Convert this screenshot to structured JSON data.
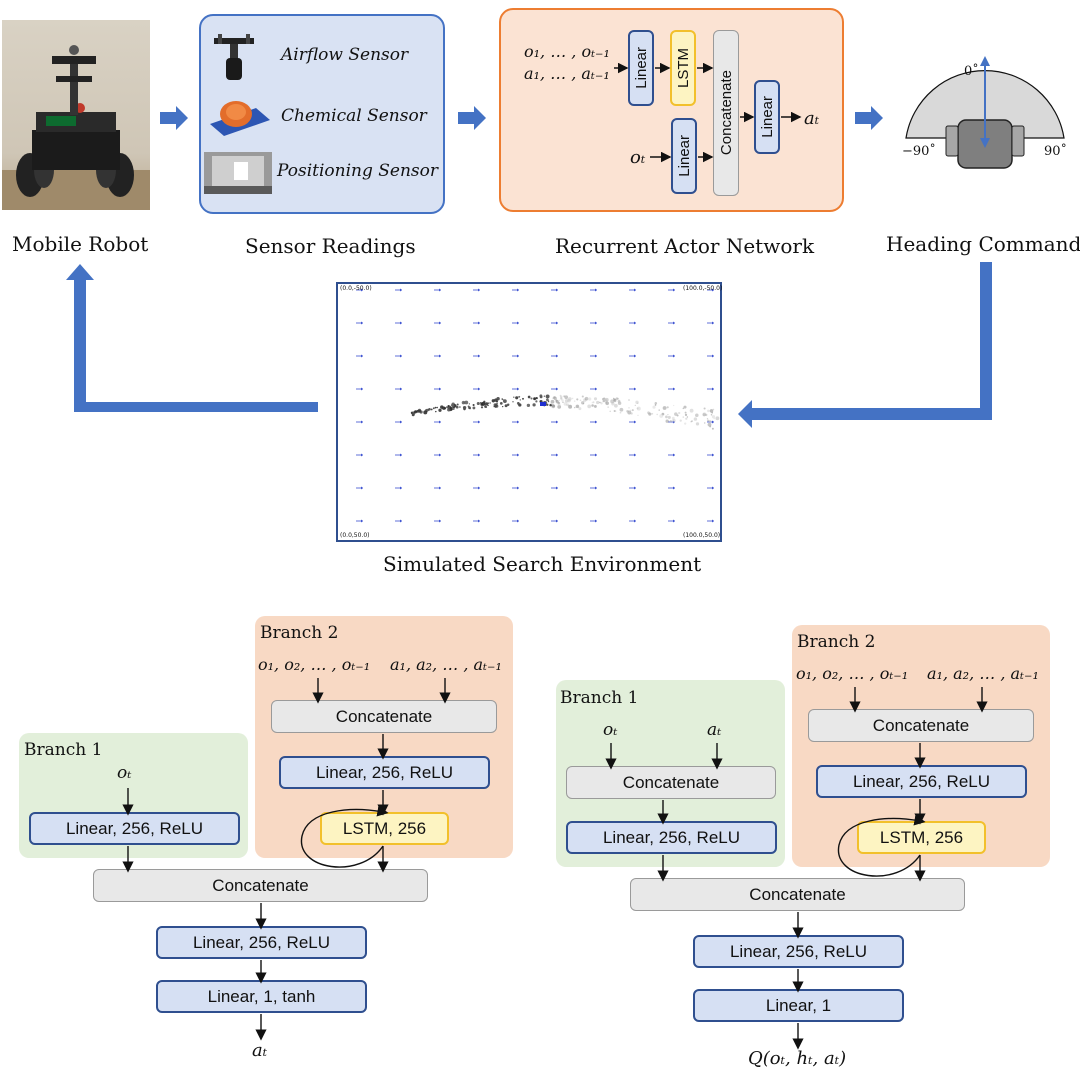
{
  "pipeline": {
    "captions": {
      "robot": "Mobile Robot",
      "sensors": "Sensor Readings",
      "actor": "Recurrent Actor Network",
      "heading": "Heading Command",
      "environment": "Simulated Search Environment"
    },
    "sensors": [
      "Airflow Sensor",
      "Chemical Sensor",
      "Positioning Sensor"
    ],
    "actor_net": {
      "inputs_past_o": "o₁, … , oₜ₋₁",
      "inputs_past_a": "a₁, … , aₜ₋₁",
      "input_current": "oₜ",
      "output": "aₜ",
      "linear1": "Linear",
      "lstm": "LSTM",
      "linear2": "Linear",
      "concat": "Concatenate",
      "linear3": "Linear"
    },
    "heading": {
      "angle_top": "0˚",
      "angle_left": "−90˚",
      "angle_right": "90˚"
    },
    "environment": {
      "corner_tl": "(0.0,-50.0)",
      "corner_tr": "(100.0,-50.0)",
      "corner_bl": "(0.0,50.0)",
      "corner_br": "(100.0,50.0)"
    }
  },
  "actor_detail": {
    "branch1_title": "Branch 1",
    "branch2_title": "Branch 2",
    "branch1_input": "oₜ",
    "branch2_input_o": "o₁, o₂, … , oₜ₋₁",
    "branch2_input_a": "a₁, a₂, … , aₜ₋₁",
    "b1_linear": "Linear, 256, ReLU",
    "b2_concat": "Concatenate",
    "b2_linear": "Linear, 256, ReLU",
    "b2_lstm": "LSTM, 256",
    "concat": "Concatenate",
    "linear1": "Linear, 256, ReLU",
    "linear2": "Linear, 1, tanh",
    "output": "aₜ"
  },
  "critic_detail": {
    "branch1_title": "Branch 1",
    "branch2_title": "Branch 2",
    "branch1_input_o": "oₜ",
    "branch1_input_a": "aₜ",
    "branch2_input_o": "o₁, o₂, … , oₜ₋₁",
    "branch2_input_a": "a₁, a₂, … , aₜ₋₁",
    "b1_concat": "Concatenate",
    "b1_linear": "Linear, 256, ReLU",
    "b2_concat": "Concatenate",
    "b2_linear": "Linear, 256, ReLU",
    "b2_lstm": "LSTM, 256",
    "concat": "Concatenate",
    "linear1": "Linear, 256, ReLU",
    "linear2": "Linear, 1",
    "output": "Q(oₜ, hₜ, aₜ)"
  },
  "colors": {
    "flow_arrow": "#4472c4",
    "linear_fill": "#d6e0f3",
    "linear_border": "#2f4f8f",
    "lstm_fill": "#fdf4c2",
    "lstm_border": "#f2c02b",
    "branch1_bg": "#e2efda",
    "branch2_bg": "#f8d9c4",
    "sensor_panel": "#d9e2f3",
    "actor_panel": "#fbe3d3"
  },
  "icons": [
    "robot-photo",
    "anemometer-icon",
    "gas-sensor-icon",
    "room-photo",
    "robot-topview-icon"
  ]
}
